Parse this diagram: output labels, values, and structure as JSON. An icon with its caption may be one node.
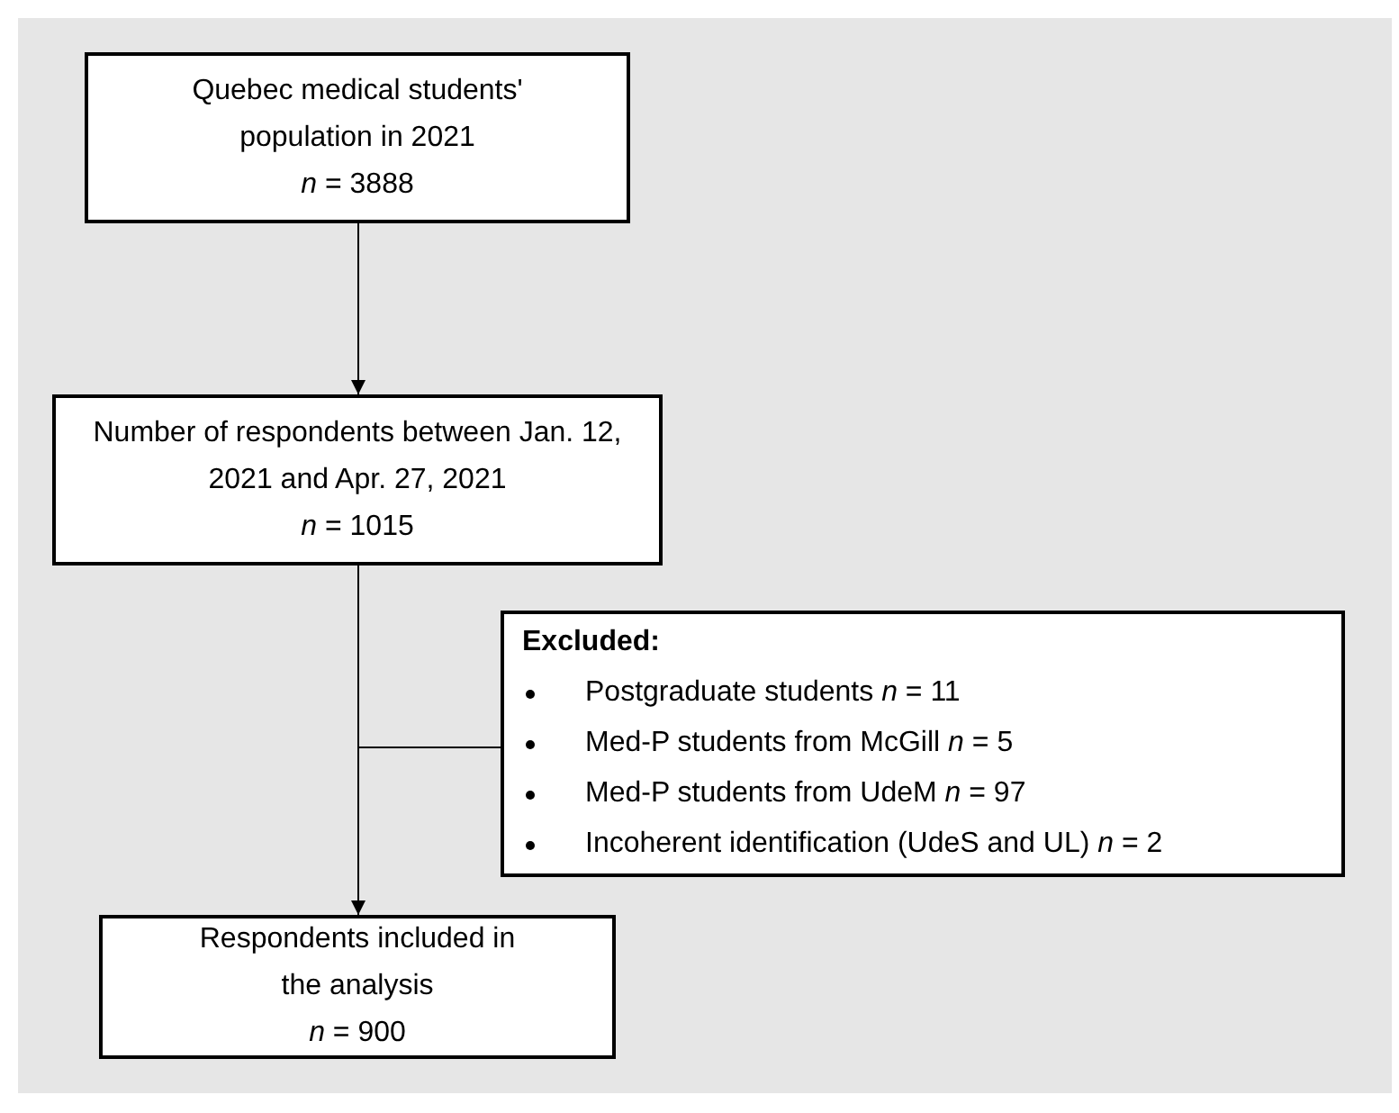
{
  "diagram": {
    "nodes": [
      {
        "text": [
          "Quebec medical students' population in 2021",
          "*n* = 3888"
        ]
      },
      {
        "text": [
          "Number of respondents between Jan. 12, 2021 and Apr. 27, 2021",
          "*n* = 1015"
        ]
      },
      {
        "text": [
          "Excluded:",
          "Postgraduate students *n* = 11",
          "Med-P students from McGill *n* = 5",
          "Med-P students from UdeM *n* = 97",
          "Incoherent identification (UdeS and UL) *n* = 2"
        ]
      },
      {
        "text": [
          "Respondents included in the analysis",
          "*n* = 900"
        ]
      }
    ],
    "edges": [
      {
        "from": 0,
        "to": 1,
        "arrow": "to"
      },
      {
        "from": 1,
        "to": 3,
        "arrow": "to"
      },
      {
        "from": 1,
        "to": 2,
        "arrow": "none"
      }
    ]
  }
}
